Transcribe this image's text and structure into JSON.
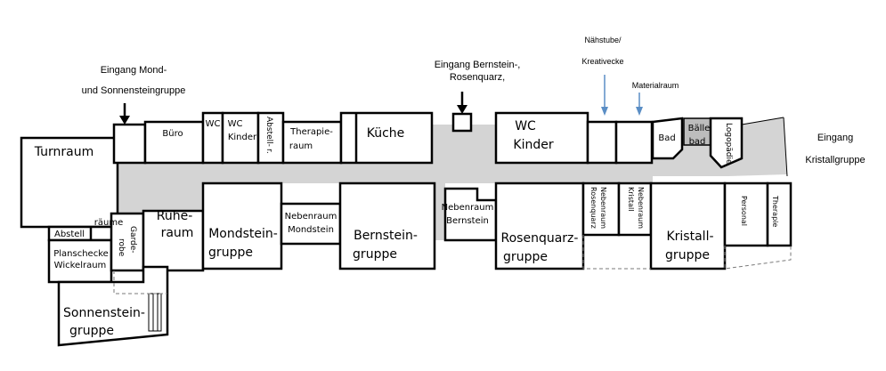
{
  "colors": {
    "corridor": "#d4d4d4",
    "arrow_blue": "#5b8ec5",
    "wall": "#000000"
  },
  "annotations": {
    "entrance_mond_line1": "Eingang Mond-",
    "entrance_mond_line2": "und Sonnensteingruppe",
    "entrance_bernstein_line1": "Eingang Bernstein-,",
    "entrance_bernstein_line2": "Rosenquarz,",
    "naehstube_line1": "Nähstube/",
    "naehstube_line2": "Kreativecke",
    "materialraum": "Materialraum",
    "entrance_kristall_line1": "Eingang",
    "entrance_kristall_line2": "Kristallgruppe"
  },
  "rooms": {
    "turnraum": "Turnraum",
    "buero": "Büro",
    "wc_small": "WC",
    "wc_kinder_small_1": "WC",
    "wc_kinder_small_2": "Kinder",
    "abstellr_1": "Abstell-",
    "abstellr_2": "r.",
    "therapieraum_1": "Therapie-",
    "therapieraum_2": "raum",
    "kueche": "Küche",
    "wc_kinder_large_1": "WC",
    "wc_kinder_large_2": "Kinder",
    "bad": "Bad",
    "baellebad_1": "Bälle",
    "baellebad_2": "bad",
    "logopaedie": "Logopädie",
    "abstell": "Abstell",
    "raeume": "räume",
    "planschecke_1": "Planschecke",
    "planschecke_2": "Wickelraum",
    "garderobe_1": "Garde-",
    "garderobe_2": "robe",
    "ruheraum_1": "Ruhe-",
    "ruheraum_2": "raum",
    "mondstein_1": "Mondstein-",
    "mondstein_2": "gruppe",
    "nebenraum_mondstein_1": "Nebenraum",
    "nebenraum_mondstein_2": "Mondstein",
    "bernstein_1": "Bernstein-",
    "bernstein_2": "gruppe",
    "nebenraum_bernstein_1": "Nebenraum",
    "nebenraum_bernstein_2": "Bernstein",
    "rosenquarz_1": "Rosenquarz-",
    "rosenquarz_2": "gruppe",
    "nebenraum_rosenquarz_1": "Nebenraum",
    "nebenraum_rosenquarz_2": "Rosenquarz",
    "nebenraum_kristall_1": "Nebenraum",
    "nebenraum_kristall_2": "Kristall",
    "kristall_1": "Kristall-",
    "kristall_2": "gruppe",
    "personal": "Personal",
    "therapie": "Therapie",
    "sonnenstein_1": "Sonnenstein-",
    "sonnenstein_2": "gruppe"
  }
}
